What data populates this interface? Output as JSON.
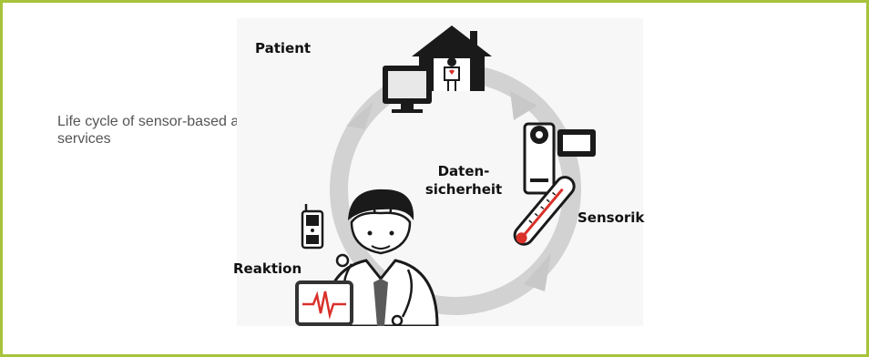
{
  "caption": "Life cycle of sensor-based assisting services",
  "labels": {
    "patient": "Patient",
    "center_line1": "Daten-",
    "center_line2": "sicherheit",
    "sensorik": "Sensorik",
    "reaktion": "Reaktion"
  },
  "colors": {
    "frame_border": "#a6c33a",
    "cycle_arrow": "#d2d2d2",
    "alert_red": "#d9302a",
    "caption_text": "#555555"
  },
  "icons": [
    "house-icon",
    "monitor-icon",
    "video-camera-icon",
    "thermometer-icon",
    "doctor-icon",
    "mobile-phone-icon",
    "ecg-monitor-icon"
  ]
}
